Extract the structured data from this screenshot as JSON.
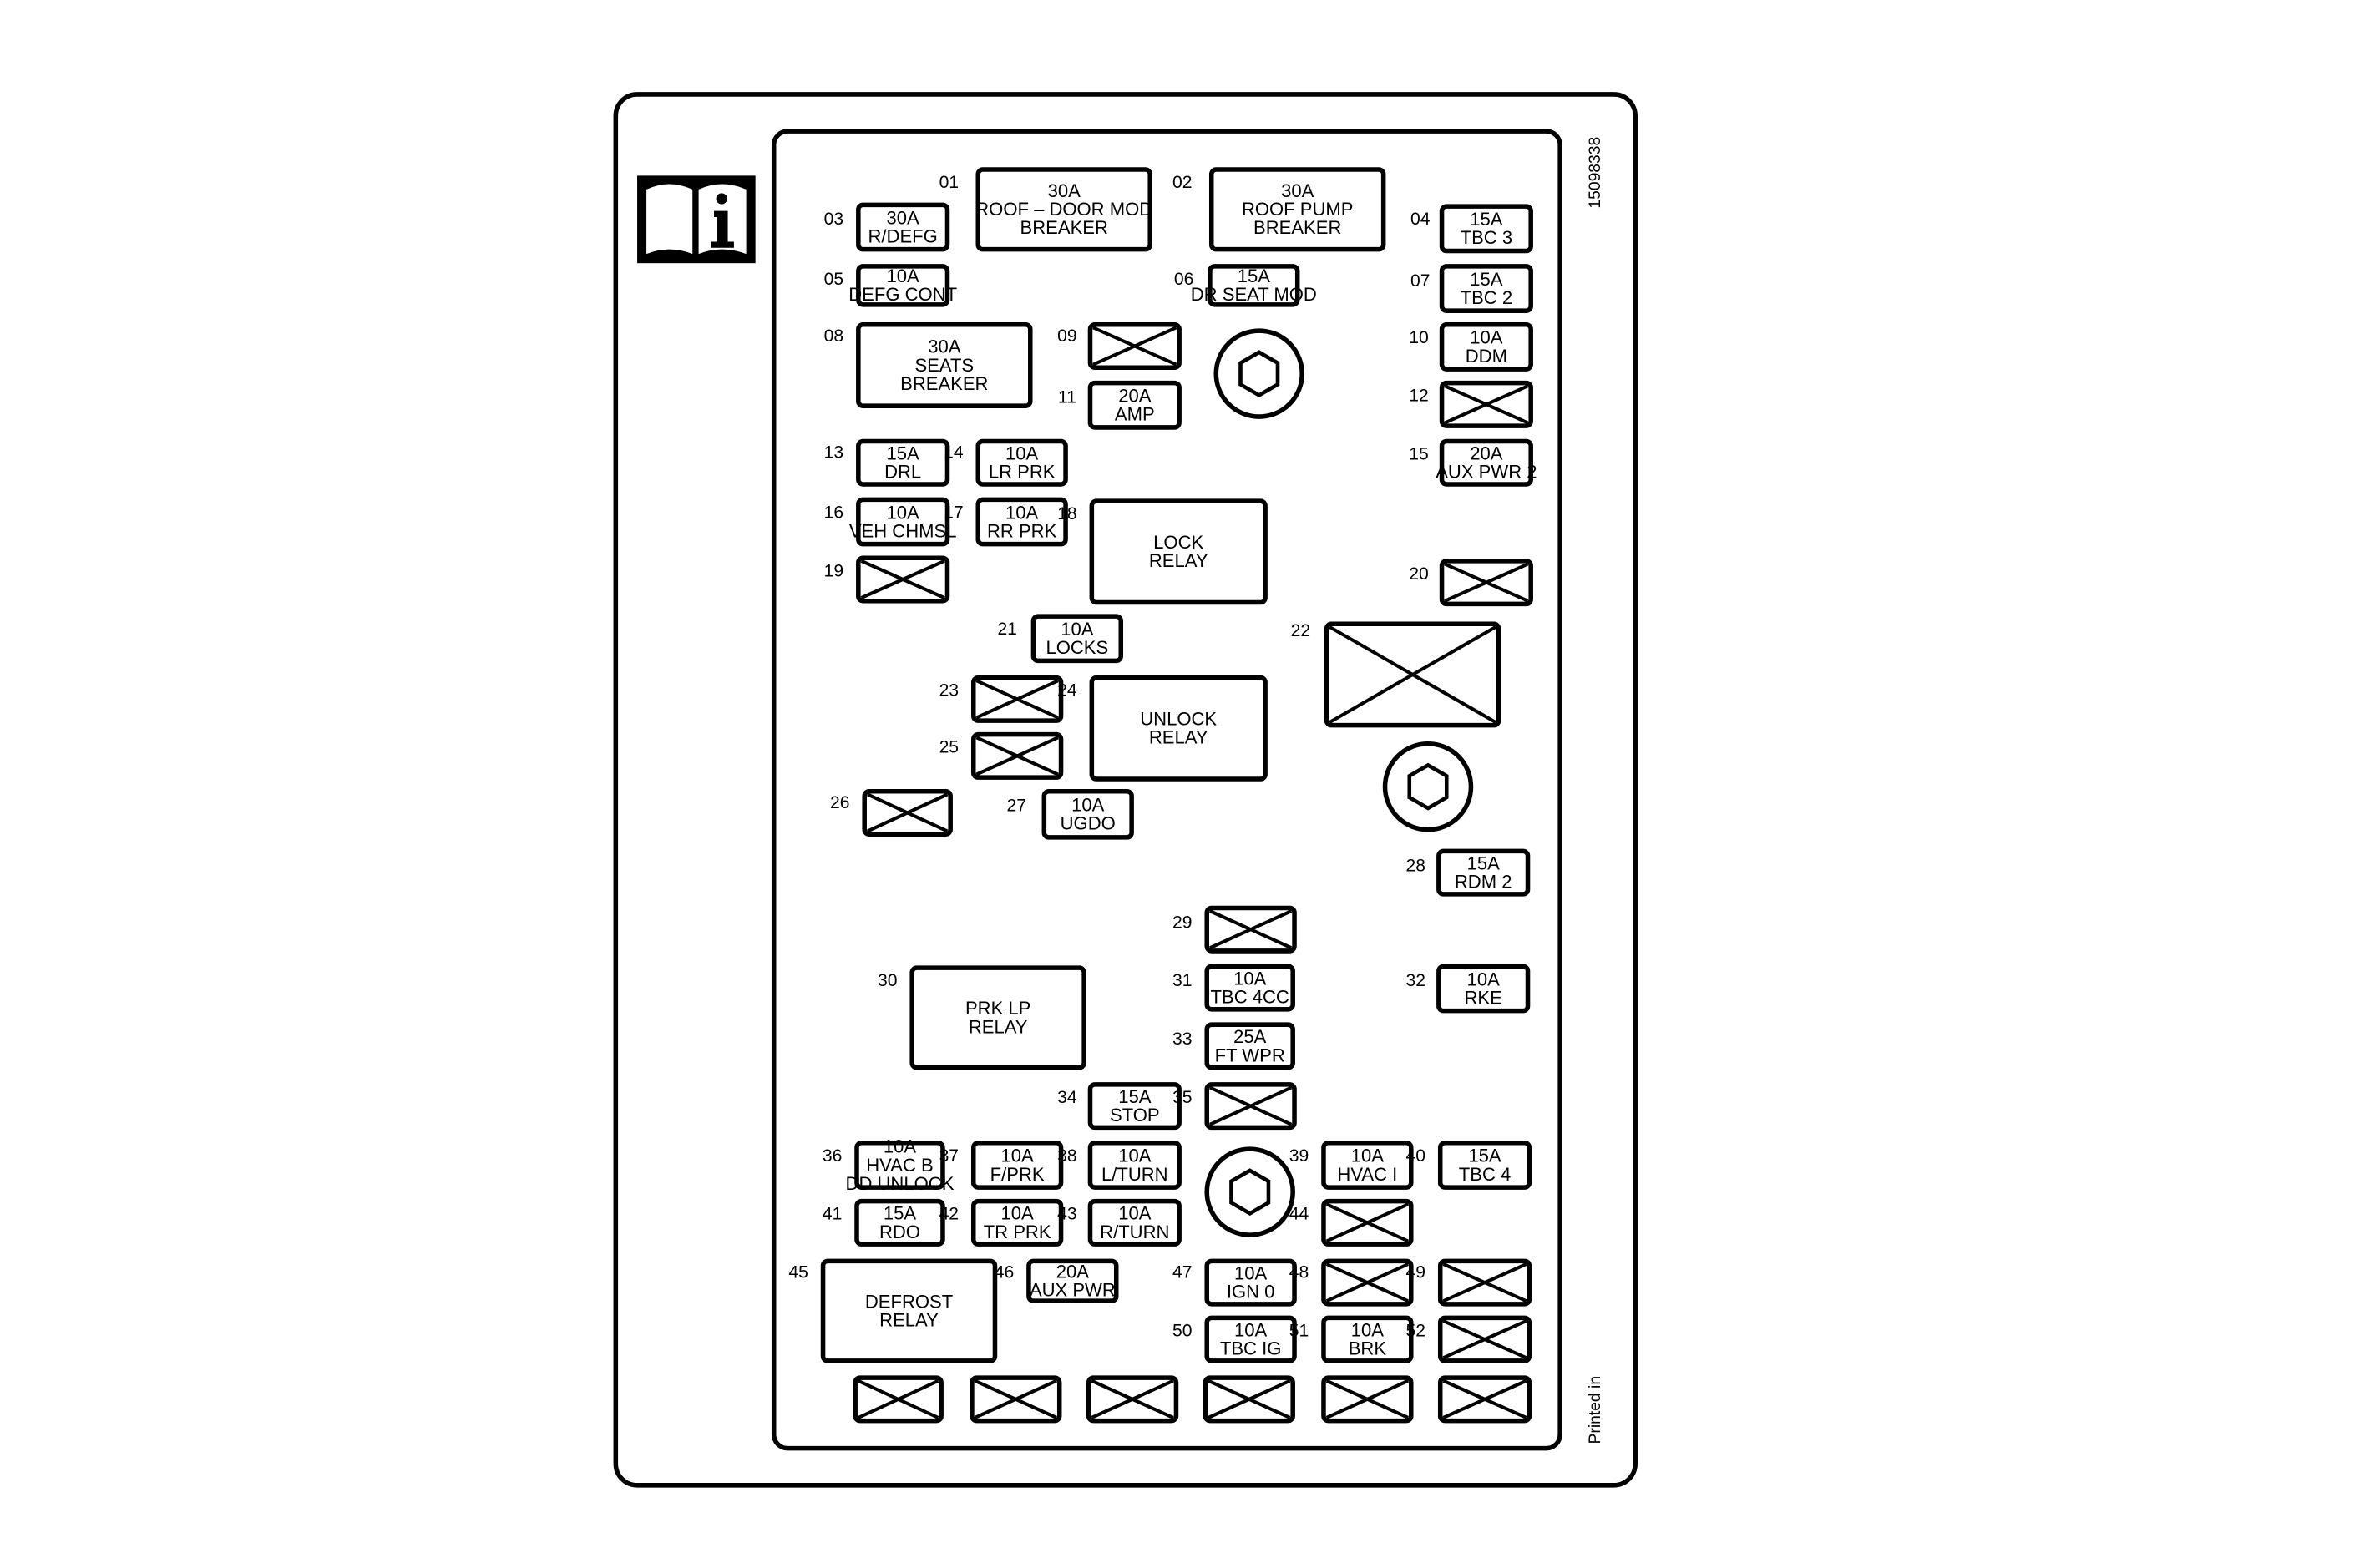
{
  "panel": {
    "part_number": "15098338",
    "printed_in": "Printed in",
    "manual_icon": "owner-manual-info-icon"
  },
  "components": [
    {
      "id": "01",
      "lines": [
        "30A",
        "ROOF – DOOR MOD",
        "BREAKER"
      ]
    },
    {
      "id": "02",
      "lines": [
        "30A",
        "ROOF PUMP",
        "BREAKER"
      ]
    },
    {
      "id": "03",
      "lines": [
        "30A",
        "R/DEFG"
      ]
    },
    {
      "id": "04",
      "lines": [
        "15A",
        "TBC 3"
      ]
    },
    {
      "id": "05",
      "lines": [
        "10A",
        "DEFG CONT"
      ]
    },
    {
      "id": "06",
      "lines": [
        "15A",
        "DR SEAT MOD"
      ]
    },
    {
      "id": "07",
      "lines": [
        "15A",
        "TBC 2"
      ]
    },
    {
      "id": "08",
      "lines": [
        "30A",
        "SEATS",
        "BREAKER"
      ]
    },
    {
      "id": "09",
      "lines": []
    },
    {
      "id": "10",
      "lines": [
        "10A",
        "DDM"
      ]
    },
    {
      "id": "11",
      "lines": [
        "20A",
        "AMP"
      ]
    },
    {
      "id": "12",
      "lines": []
    },
    {
      "id": "13",
      "lines": [
        "15A",
        "DRL"
      ]
    },
    {
      "id": "14",
      "lines": [
        "10A",
        "LR PRK"
      ]
    },
    {
      "id": "15",
      "lines": [
        "20A",
        "AUX PWR 2"
      ]
    },
    {
      "id": "16",
      "lines": [
        "10A",
        "VEH CHMSL"
      ]
    },
    {
      "id": "17",
      "lines": [
        "10A",
        "RR PRK"
      ]
    },
    {
      "id": "18",
      "lines": [
        "LOCK",
        "RELAY"
      ]
    },
    {
      "id": "19",
      "lines": []
    },
    {
      "id": "20",
      "lines": []
    },
    {
      "id": "21",
      "lines": [
        "10A",
        "LOCKS"
      ]
    },
    {
      "id": "22",
      "lines": []
    },
    {
      "id": "23",
      "lines": []
    },
    {
      "id": "24",
      "lines": [
        "UNLOCK",
        "RELAY"
      ]
    },
    {
      "id": "25",
      "lines": []
    },
    {
      "id": "26",
      "lines": []
    },
    {
      "id": "27",
      "lines": [
        "10A",
        "UGDO"
      ]
    },
    {
      "id": "28",
      "lines": [
        "15A",
        "RDM 2"
      ]
    },
    {
      "id": "29",
      "lines": []
    },
    {
      "id": "30",
      "lines": [
        "PRK LP",
        "RELAY"
      ]
    },
    {
      "id": "31",
      "lines": [
        "10A",
        "TBC 4CC"
      ]
    },
    {
      "id": "32",
      "lines": [
        "10A",
        "RKE"
      ]
    },
    {
      "id": "33",
      "lines": [
        "25A",
        "FT WPR"
      ]
    },
    {
      "id": "34",
      "lines": [
        "15A",
        "STOP"
      ]
    },
    {
      "id": "35",
      "lines": []
    },
    {
      "id": "36",
      "lines": [
        "10A",
        "HVAC B",
        "DD UNLOCK"
      ]
    },
    {
      "id": "37",
      "lines": [
        "10A",
        "F/PRK"
      ]
    },
    {
      "id": "38",
      "lines": [
        "10A",
        "L/TURN"
      ]
    },
    {
      "id": "39",
      "lines": [
        "10A",
        "HVAC I"
      ]
    },
    {
      "id": "40",
      "lines": [
        "15A",
        "TBC 4"
      ]
    },
    {
      "id": "41",
      "lines": [
        "15A",
        "RDO"
      ]
    },
    {
      "id": "42",
      "lines": [
        "10A",
        "TR PRK"
      ]
    },
    {
      "id": "43",
      "lines": [
        "10A",
        "R/TURN"
      ]
    },
    {
      "id": "44",
      "lines": []
    },
    {
      "id": "45",
      "lines": [
        "DEFROST",
        "RELAY"
      ]
    },
    {
      "id": "46",
      "lines": [
        "20A",
        "AUX PWR"
      ]
    },
    {
      "id": "47",
      "lines": [
        "10A",
        "IGN 0"
      ]
    },
    {
      "id": "48",
      "lines": []
    },
    {
      "id": "49",
      "lines": []
    },
    {
      "id": "50",
      "lines": [
        "10A",
        "TBC IG"
      ]
    },
    {
      "id": "51",
      "lines": [
        "10A",
        "BRK"
      ]
    },
    {
      "id": "52",
      "lines": []
    },
    {
      "id": "",
      "lines": []
    },
    {
      "id": "",
      "lines": []
    },
    {
      "id": "",
      "lines": []
    },
    {
      "id": "",
      "lines": []
    },
    {
      "id": "",
      "lines": []
    },
    {
      "id": "",
      "lines": []
    }
  ]
}
